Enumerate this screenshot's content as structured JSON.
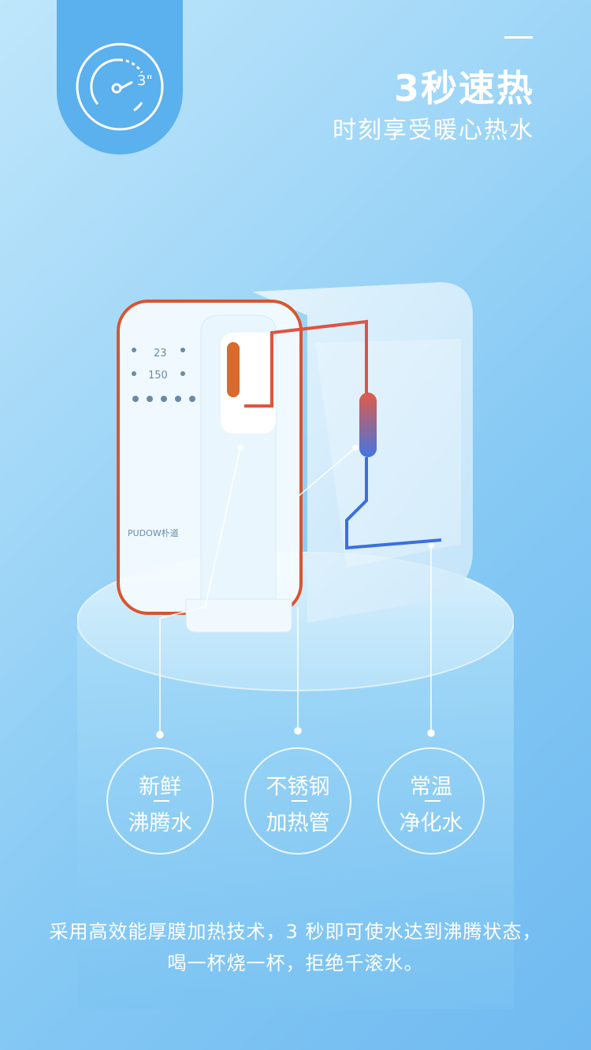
{
  "header": {
    "title": "3秒速热",
    "subtitle": "时刻享受暖心热水",
    "badge_text": "3\""
  },
  "device": {
    "display_temp": "23",
    "display_volume": "150",
    "brand": "PUDOW朴道"
  },
  "features": [
    {
      "line1": "新鲜",
      "line2": "沸腾水"
    },
    {
      "line1": "不锈钢",
      "line2": "加热管"
    },
    {
      "line1": "常温",
      "line2": "净化水"
    }
  ],
  "description": "采用高效能厚膜加热技术，3 秒即可使水达到沸腾状态，喝一杯烧一杯，拒绝千滚水。",
  "colors": {
    "accent": "#5bb0ee",
    "hot_pipe": "#e0533f",
    "cold_pipe": "#3b6fe0",
    "text": "#ffffff"
  }
}
